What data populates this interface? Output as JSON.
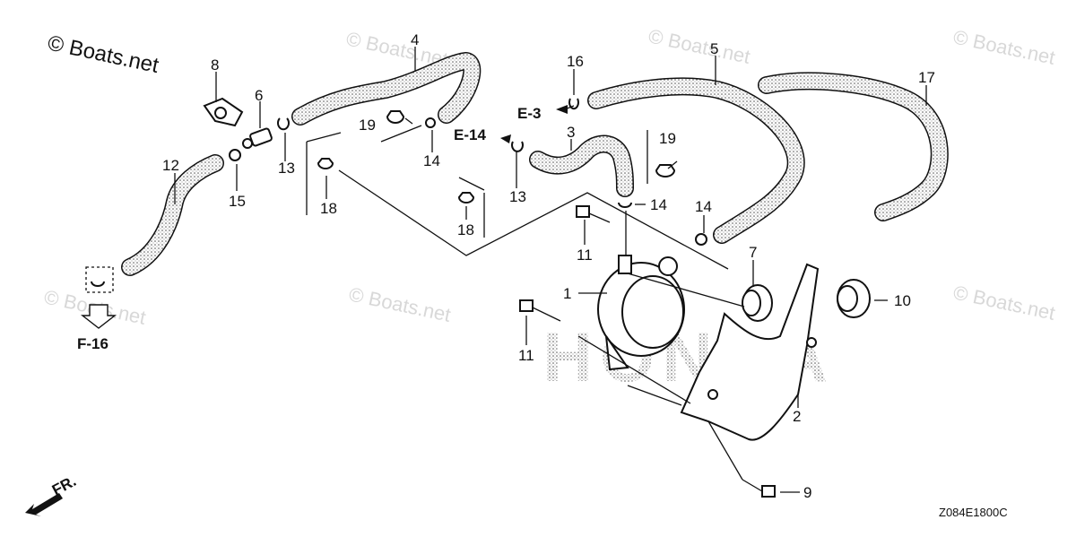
{
  "watermarks": {
    "main": "© Boats.net",
    "faint": "© Boats.net"
  },
  "brand_background": "HONDA",
  "diagram_code": "Z084E1800C",
  "front_indicator": "FR.",
  "references": {
    "e3": "E-3",
    "e14": "E-14",
    "f16": "F-16"
  },
  "callouts": {
    "c1": "1",
    "c2": "2",
    "c3": "3",
    "c4": "4",
    "c5": "5",
    "c6": "6",
    "c7": "7",
    "c8": "8",
    "c9": "9",
    "c10": "10",
    "c11a": "11",
    "c11b": "11",
    "c12": "12",
    "c13a": "13",
    "c13b": "13",
    "c14a": "14",
    "c14b": "14",
    "c14c": "14",
    "c15": "15",
    "c16": "16",
    "c17": "17",
    "c18a": "18",
    "c18b": "18",
    "c19a": "19",
    "c19b": "19"
  }
}
